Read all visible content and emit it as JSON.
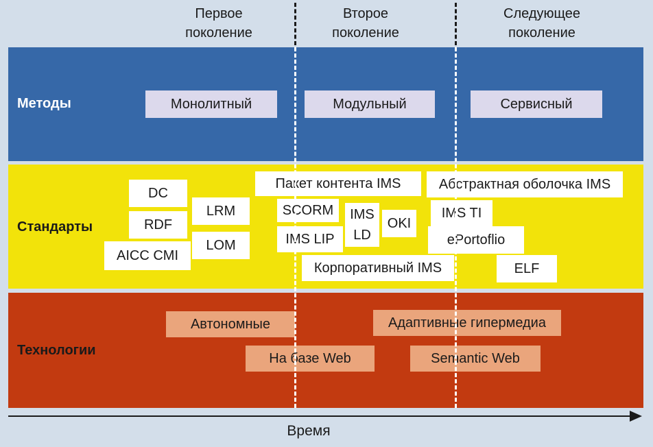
{
  "generations": [
    {
      "line1": "Первое",
      "line2": "поколение"
    },
    {
      "line1": "Второе",
      "line2": "поколение"
    },
    {
      "line1": "Следующее",
      "line2": "поколение"
    }
  ],
  "rows": {
    "methods": "Методы",
    "standards": "Стандарты",
    "technologies": "Технологии"
  },
  "methods": [
    "Монолитный",
    "Модульный",
    "Сервисный"
  ],
  "standards": {
    "dc": "DC",
    "rdf": "RDF",
    "aicc_cmi": "AICC CMI",
    "lrm": "LRM",
    "lom": "LOM",
    "ims_content_package": "Пакет контента IMS",
    "scorm": "SCORM",
    "ims_lip": "IMS LIP",
    "ims_ld": "IMS LD",
    "oki": "OKI",
    "corporate_ims": "Корпоративный IMS",
    "ims_abstract_framework": "Абстрактная оболочка IMS",
    "ims_ti": "IMS TI",
    "eportfolio": "ePortoflio",
    "elf": "ELF"
  },
  "technologies": {
    "autonomous": "Автономные",
    "web_based": "На базе Web",
    "adaptive_hypermedia": "Адаптивные гипермедиа",
    "semantic_web": "Semantic Web"
  },
  "axis_label": "Время",
  "colors": {
    "background": "#d3deea",
    "methods_band": "#3668a8",
    "standards_band": "#f2e30a",
    "technologies_band": "#c23a10",
    "method_box": "#dcd9ec",
    "standard_box": "#ffffff",
    "technology_box": "#eaa57c"
  }
}
